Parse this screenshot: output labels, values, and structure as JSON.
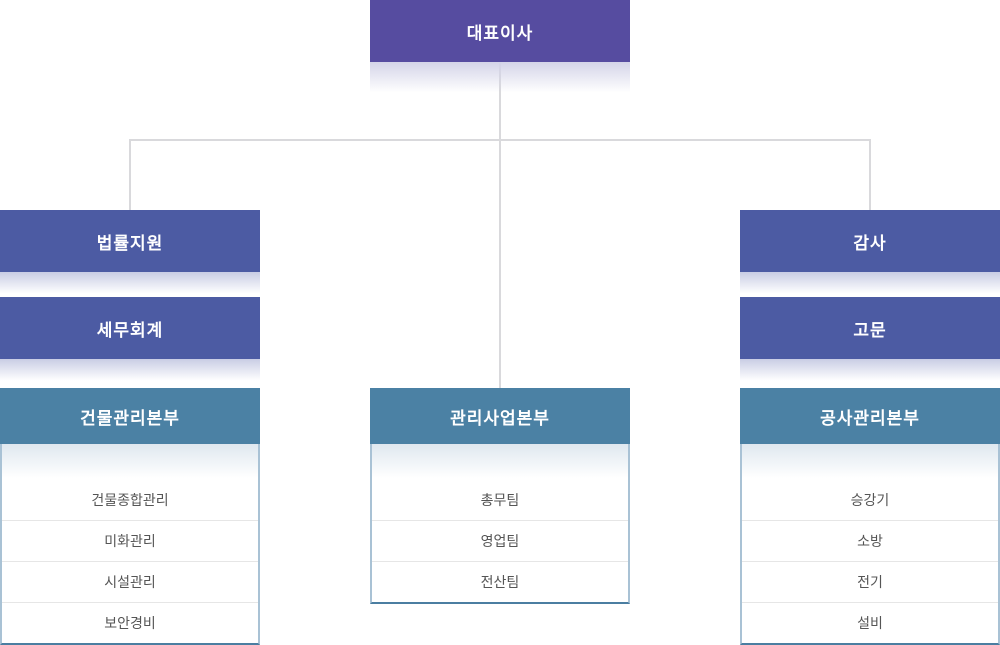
{
  "chart": {
    "type": "org-chart",
    "root": {
      "label": "대표이사"
    },
    "staff_left": [
      {
        "label": "법률지원"
      },
      {
        "label": "세무회계"
      }
    ],
    "staff_right": [
      {
        "label": "감사"
      },
      {
        "label": "고문"
      }
    ],
    "departments": [
      {
        "name": "건물관리본부",
        "teams": [
          "건물종합관리",
          "미화관리",
          "시설관리",
          "보안경비"
        ]
      },
      {
        "name": "관리사업본부",
        "teams": [
          "총무팀",
          "영업팀",
          "전산팀"
        ]
      },
      {
        "name": "공사관리본부",
        "teams": [
          "승강기",
          "소방",
          "전기",
          "설비"
        ]
      }
    ],
    "colors": {
      "root_box": "#564CA0",
      "staff_box": "#4C5BA3",
      "dept_header": "#4B81A4",
      "panel_border_side": "#A9C2D5",
      "panel_border_bottom": "#4B7EA1",
      "connector_line": "#D9D9DC",
      "row_divider": "#E6E6E6",
      "team_text": "#555555",
      "box_text": "#FFFFFF"
    }
  }
}
